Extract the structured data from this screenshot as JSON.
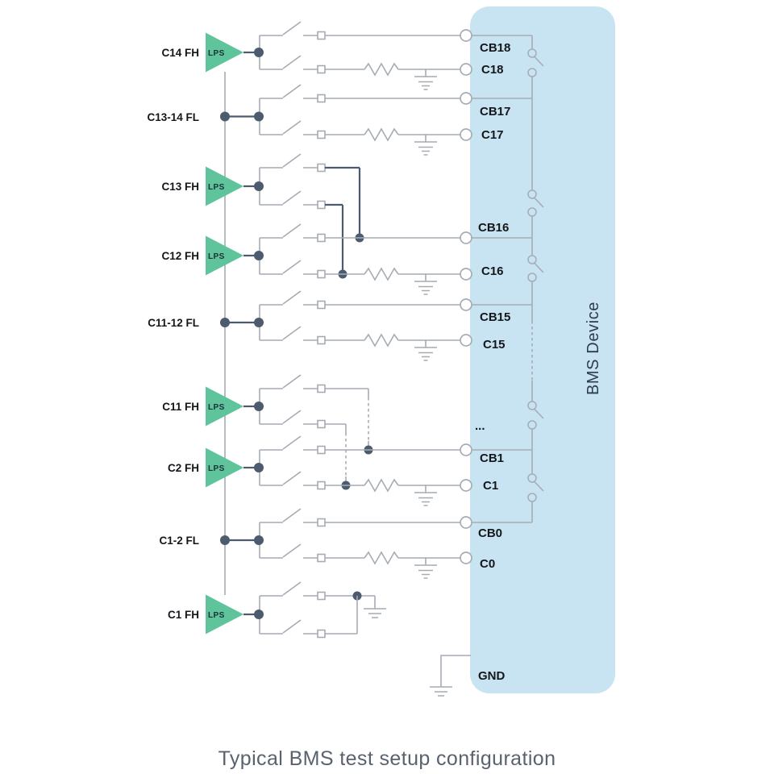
{
  "title_caption": "Typical BMS test setup configuration",
  "bms_device_label": "BMS Device",
  "labels": {
    "lps": "LPS"
  },
  "channels": [
    {
      "label": "C14 FH",
      "lps_buffer": true
    },
    {
      "label": "C13-14 FL",
      "lps_buffer": false
    },
    {
      "label": "C13 FH",
      "lps_buffer": true
    },
    {
      "label": "C12 FH",
      "lps_buffer": true
    },
    {
      "label": "C11-12 FL",
      "lps_buffer": false
    },
    {
      "label": "C11 FH",
      "lps_buffer": true
    },
    {
      "label": "C2 FH",
      "lps_buffer": true
    },
    {
      "label": "C1-2 FL",
      "lps_buffer": false
    },
    {
      "label": "C1 FH",
      "lps_buffer": true
    }
  ],
  "terminals": [
    {
      "label": "CB18"
    },
    {
      "label": "C18"
    },
    {
      "label": "CB17"
    },
    {
      "label": "C17"
    },
    {
      "label": "CB16"
    },
    {
      "label": "C16"
    },
    {
      "label": "CB15"
    },
    {
      "label": "C15"
    },
    {
      "label": "..."
    },
    {
      "label": "CB1"
    },
    {
      "label": "C1"
    },
    {
      "label": "CB0"
    },
    {
      "label": "C0"
    },
    {
      "label": "GND"
    }
  ],
  "colors": {
    "device_fill": "#c8e4f2",
    "wire": "#a6acb4",
    "dark": "#4c5b6d",
    "green": "#5fc49b",
    "label": "#14161a",
    "lps_text": "#1b3038",
    "bms_text": "#2c3b4d",
    "caption": "#5a626e"
  }
}
